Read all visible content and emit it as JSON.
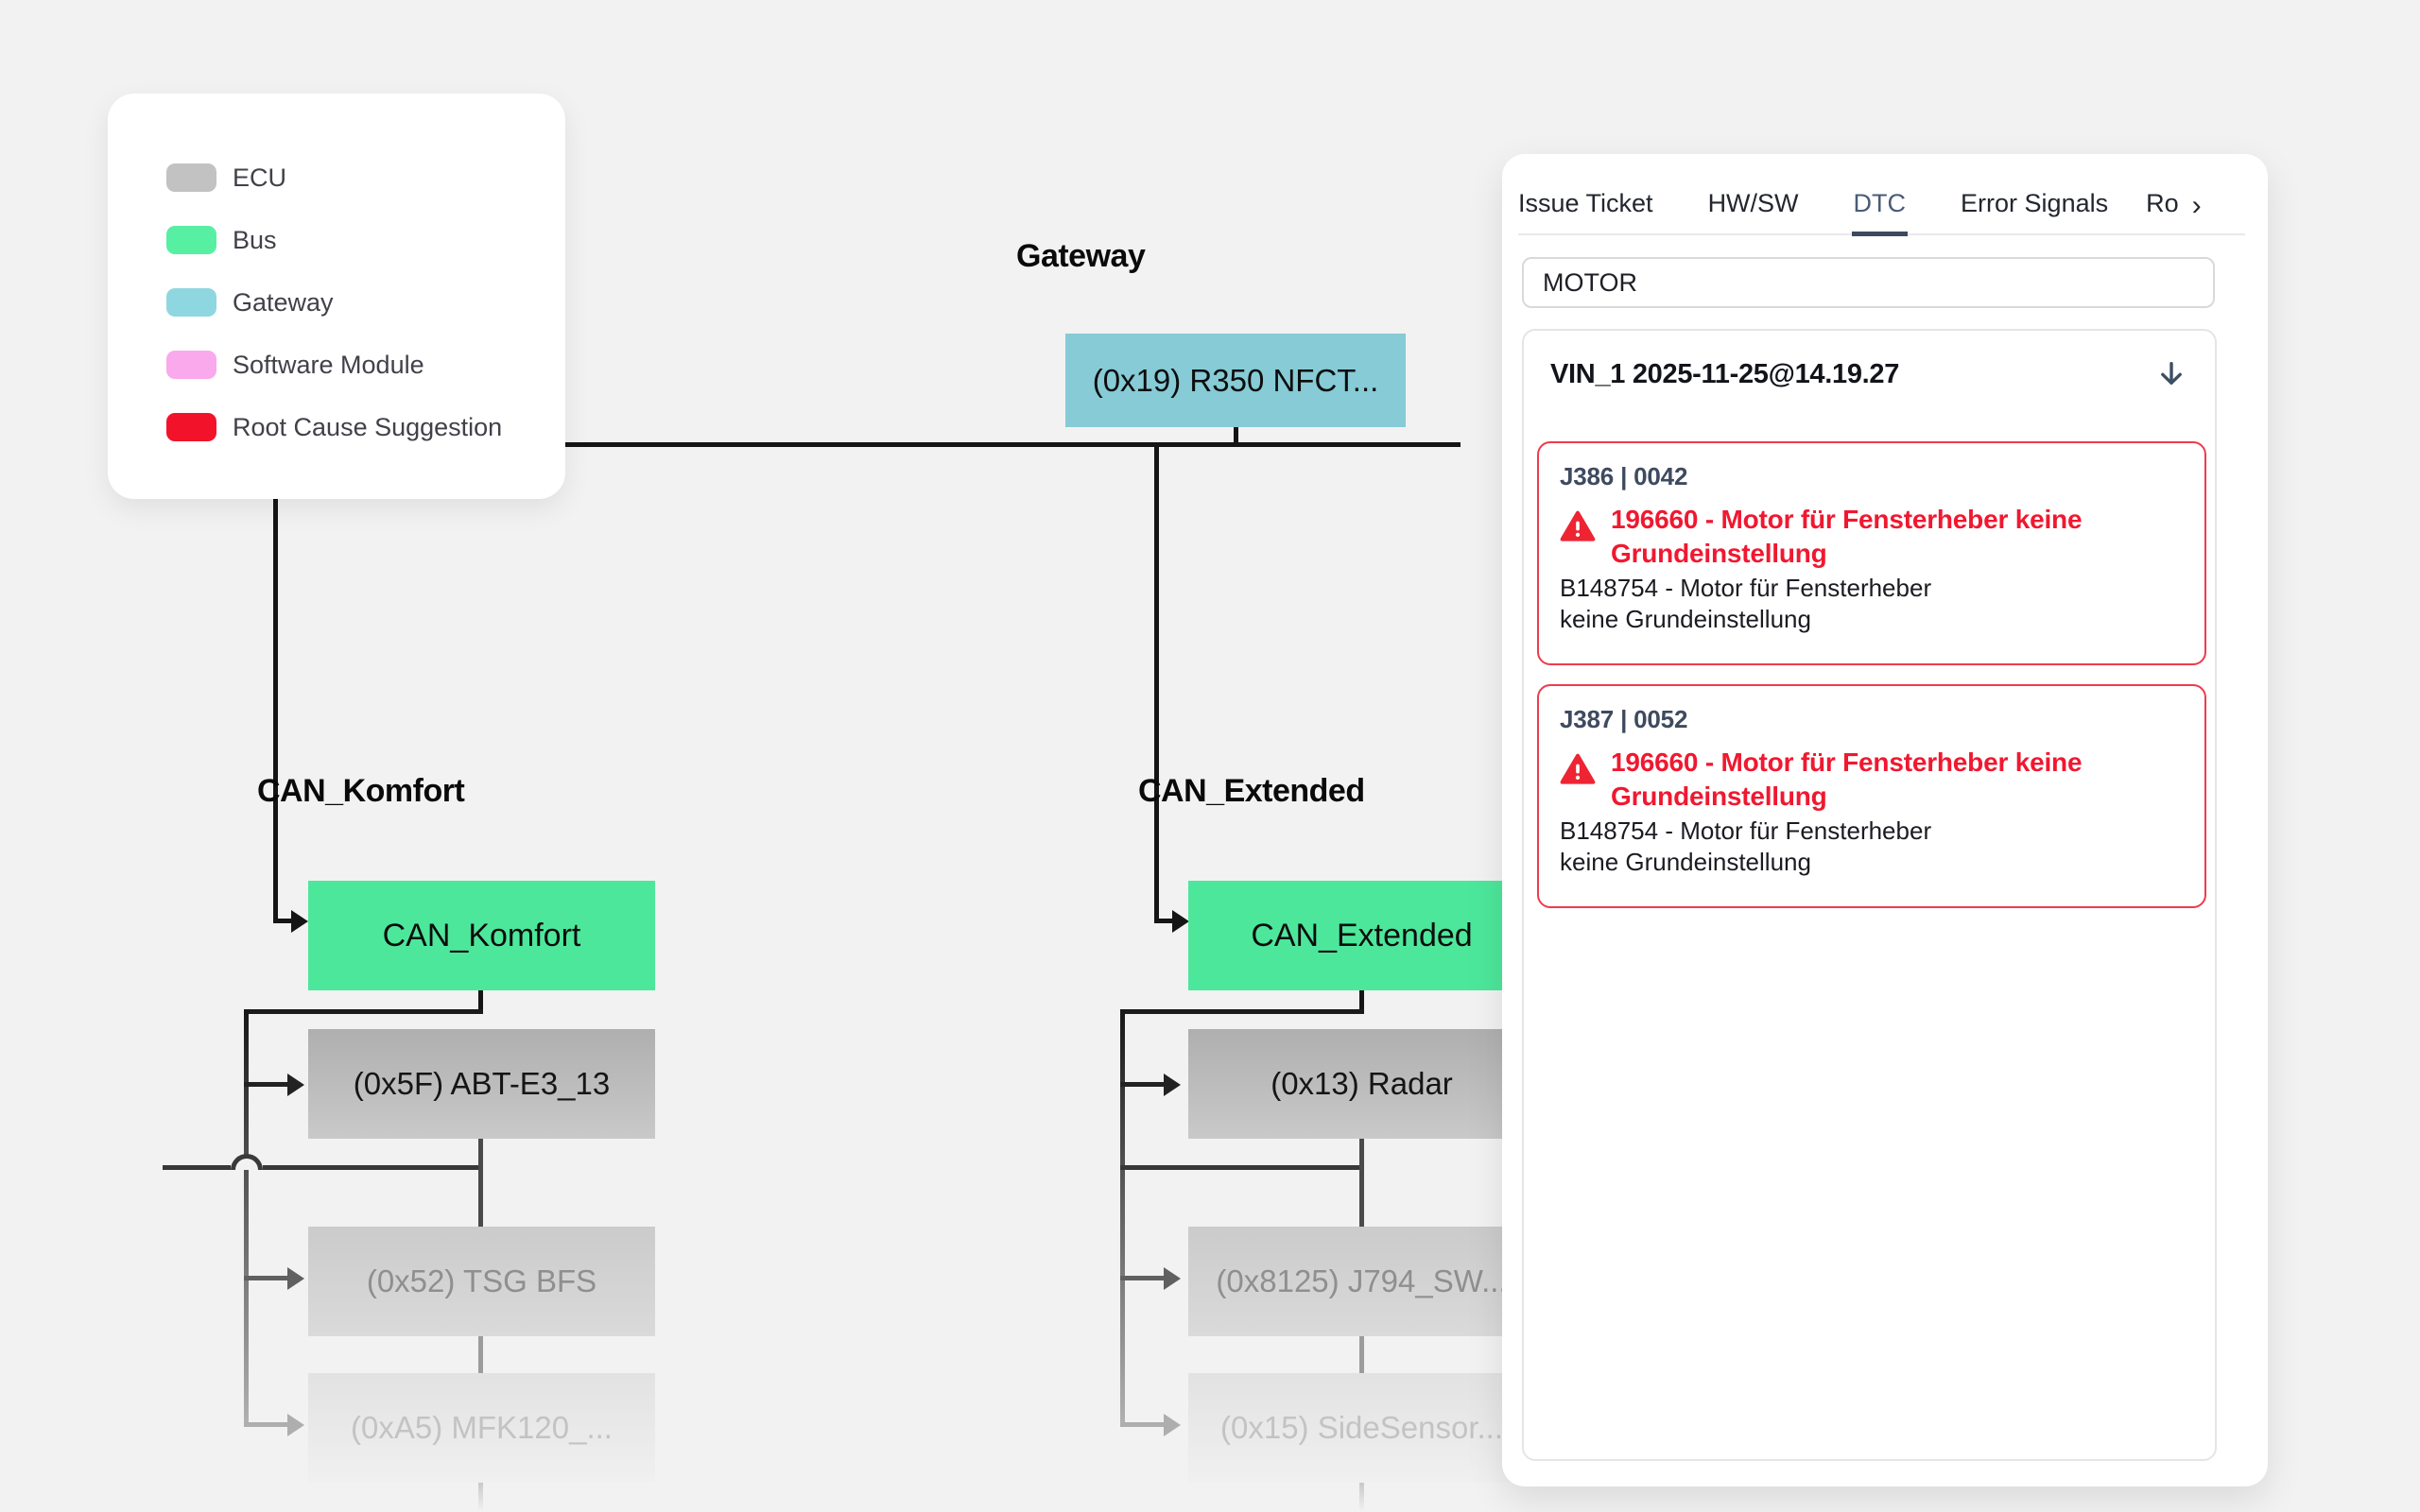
{
  "colors": {
    "background": "#f2f2f3",
    "ecu_swatch": "#c2c2c2",
    "bus_swatch": "#57efa2",
    "gateway_swatch": "#8fd7e0",
    "software_module_swatch": "#f9a9ec",
    "root_cause_swatch": "#f2132b",
    "gateway_node_fill": "#86cbd6",
    "bus_node_fill": "#4de79b",
    "error_red": "#f01830",
    "active_tab": "#3d4a5e",
    "slate_heading": "#3e4a5f"
  },
  "legend": {
    "items": [
      {
        "label": "ECU",
        "color": "#c2c2c2"
      },
      {
        "label": "Bus",
        "color": "#57efa2"
      },
      {
        "label": "Gateway",
        "color": "#8fd7e0"
      },
      {
        "label": "Software Module",
        "color": "#f9a9ec"
      },
      {
        "label": "Root Cause Suggestion",
        "color": "#f2132b"
      }
    ]
  },
  "diagram": {
    "gateway_title": "Gateway",
    "gateway_node": "(0x19) R350 NFCT...",
    "left": {
      "bus_title": "CAN_Komfort",
      "bus_node": "CAN_Komfort",
      "ecus": [
        "(0x5F) ABT-E3_13",
        "(0x52) TSG BFS",
        "(0xA5) MFK120_..."
      ]
    },
    "right": {
      "bus_title": "CAN_Extended",
      "bus_node": "CAN_Extended",
      "ecus": [
        "(0x13) Radar",
        "(0x8125) J794_SW...",
        "(0x15) SideSensor..."
      ]
    }
  },
  "panel": {
    "tabs": [
      {
        "label": "Issue Ticket",
        "active": false
      },
      {
        "label": "HW/SW",
        "active": false
      },
      {
        "label": "DTC",
        "active": true
      },
      {
        "label": "Error Signals",
        "active": false
      },
      {
        "label": "Ro",
        "active": false,
        "truncated": true
      }
    ],
    "more_tabs_icon": "›",
    "search": {
      "value": "MOTOR"
    },
    "vin_header": "VIN_1 2025-11-25@14.19.27",
    "download_icon": "↓",
    "dtc_entries": [
      {
        "id": "J386 | 0042",
        "title": "196660 - Motor für Fensterheber keine Grundeinstellung",
        "description": "B148754 - Motor für Fensterheber keine Grundeinstellung"
      },
      {
        "id": "J387 | 0052",
        "title": "196660 - Motor für Fensterheber keine Grundeinstellung",
        "description": "B148754 - Motor für Fensterheber keine Grundeinstellung"
      }
    ]
  }
}
